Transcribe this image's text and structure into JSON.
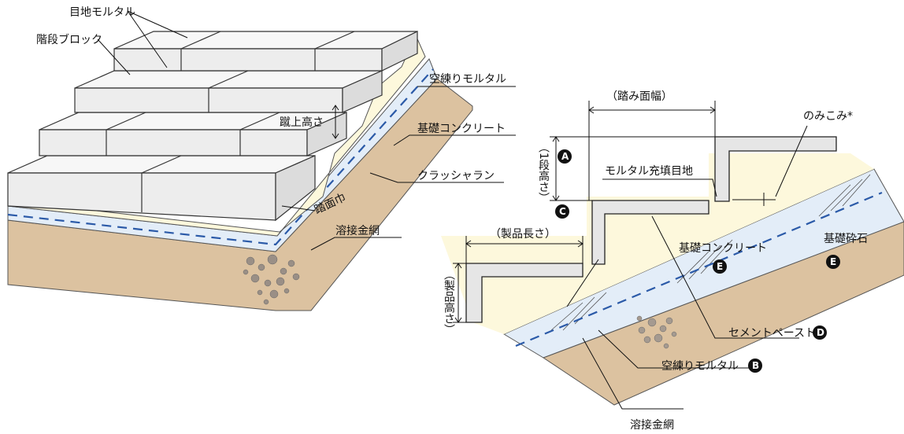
{
  "left": {
    "labels": {
      "joint_mortar": "目地モルタル",
      "step_block": "階段ブロック",
      "dry_mortar": "空練りモルタル",
      "riser_height": "蹴上高さ",
      "foundation_concrete": "基礎コンクリート",
      "crusher_run": "クラッシャラン",
      "tread_width": "踏面巾",
      "welded_mesh": "溶接金網"
    }
  },
  "right": {
    "labels": {
      "tread_width_dim": "（踏み面幅）",
      "nomikomi": "のみこみ*",
      "step_height_dim": "（1段高さ）",
      "mortar_filled_joint": "モルタル充填目地",
      "product_length_dim": "（製品長さ）",
      "foundation_concrete": "基礎コンクリート",
      "foundation_crushed_stone": "基礎砕石",
      "product_height_dim": "（製品高さ）",
      "cement_paste": "セメントペースト",
      "dry_mortar": "空練りモルタル",
      "welded_mesh": "溶接金網"
    },
    "badges": {
      "a": "A",
      "b": "B",
      "c": "C",
      "d": "D",
      "e1": "E",
      "e2": "E"
    }
  },
  "colors": {
    "block_fill": "#ededed",
    "block_stroke": "#333333",
    "mortar_cream": "#fdf8dc",
    "concrete_blue": "#e3edf8",
    "mesh_dash": "#2b5aa8",
    "soil_brown": "#dcc2a0",
    "badge_fill": "#111111"
  }
}
